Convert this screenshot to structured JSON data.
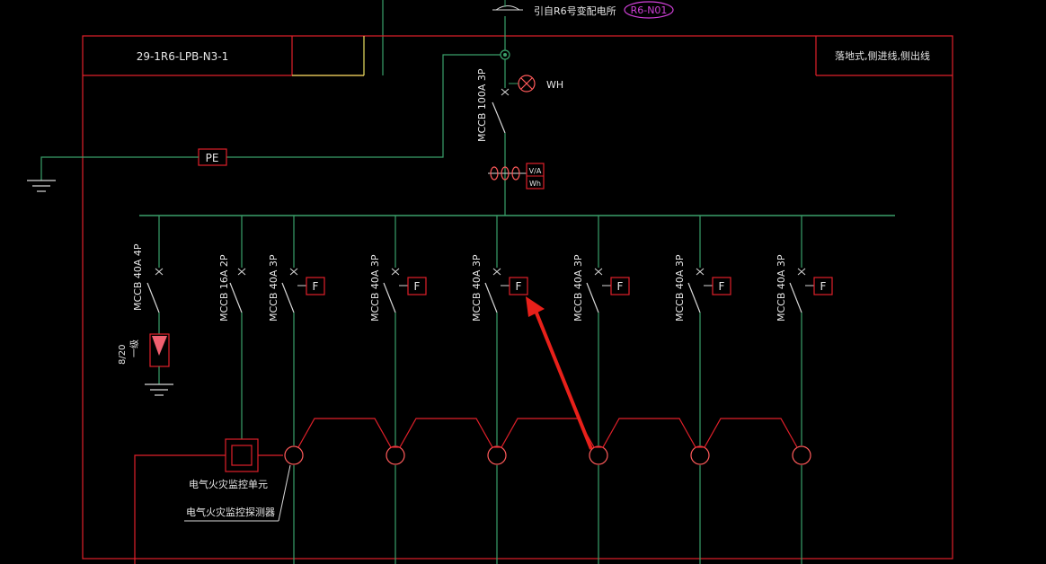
{
  "header": {
    "source_text": "引自R6号变配电所",
    "source_tag": "R6-N01",
    "panel_id": "29-1R6-LPB-N3-1",
    "install_note": "落地式,侧进线,侧出线"
  },
  "incoming": {
    "breaker_label": "MCCB 100A 3P",
    "lamp_label": "WH",
    "meter_top": "V/A",
    "meter_bottom": "Wh",
    "pe_label": "PE"
  },
  "spd": {
    "breaker_label": "MCCB 40A 4P",
    "rating": "8/20",
    "class_text": "一级"
  },
  "monitor": {
    "breaker_label": "MCCB 16A 2P",
    "unit_label": "电气火灾监控单元",
    "detector_label": "电气火灾监控探测器"
  },
  "outgoing": [
    {
      "breaker_label": "MCCB 40A 3P",
      "flag": "F"
    },
    {
      "breaker_label": "MCCB 40A 3P",
      "flag": "F"
    },
    {
      "breaker_label": "MCCB 40A 3P",
      "flag": "F"
    },
    {
      "breaker_label": "MCCB 40A 3P",
      "flag": "F"
    },
    {
      "breaker_label": "MCCB 40A 3P",
      "flag": "F"
    },
    {
      "breaker_label": "MCCB 40A 3P",
      "flag": "F"
    }
  ],
  "colors": {
    "frame": "#e0202a",
    "wire": "#3aa06a",
    "symbol": "#d8d8d8",
    "tag": "#d040d8",
    "arrow": "#e8201a",
    "sensor": "#ff5a5a",
    "yellow": "#e8e060"
  }
}
